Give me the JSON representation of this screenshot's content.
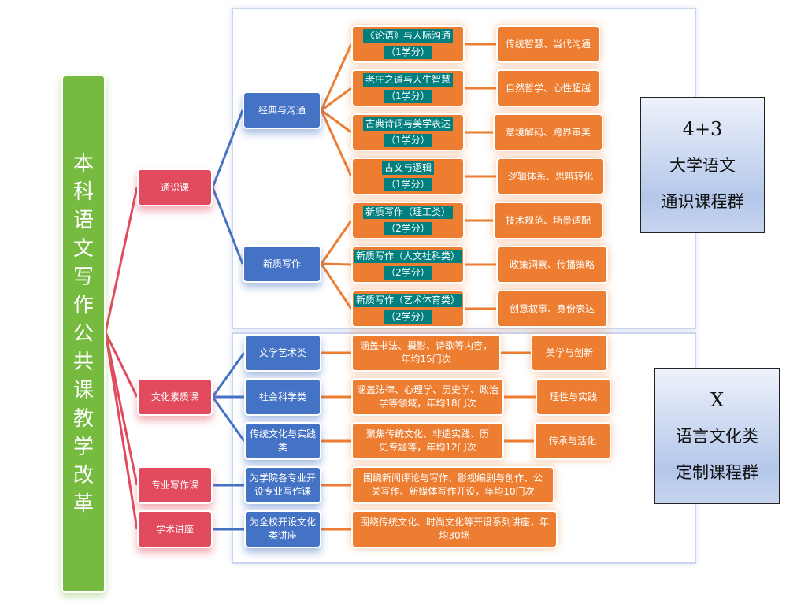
{
  "root": {
    "title_chars": [
      "本",
      "科",
      "语",
      "文",
      "写",
      "作",
      "公",
      "共",
      "课",
      "教",
      "学",
      "改",
      "革"
    ],
    "title": "本科语文写作公共课教学改革"
  },
  "level1": [
    {
      "label": "通识课"
    },
    {
      "label": "文化素质课"
    },
    {
      "label": "专业写作课"
    },
    {
      "label": "学术讲座"
    }
  ],
  "general": {
    "groups": [
      {
        "label": "经典与沟通",
        "courses": [
          {
            "name": "《论语》与人际沟通",
            "credit": "（1学分）",
            "focus": "传统智慧、当代沟通"
          },
          {
            "name": "老庄之道与人生智慧",
            "credit": "（1学分）",
            "focus": "自然哲学、心性超越"
          },
          {
            "name": "古典诗词与美学表达",
            "credit": "（1学分）",
            "focus": "意境解码、跨界审美"
          },
          {
            "name": "古文与逻辑",
            "credit": "（1学分）",
            "focus": "逻辑体系、思辨转化"
          }
        ]
      },
      {
        "label": "新质写作",
        "courses": [
          {
            "name": "新质写作（理工类）",
            "credit": "（2学分）",
            "focus": "技术规范、场景适配"
          },
          {
            "name": "新质写作（人文社科类）",
            "credit": "（2学分）",
            "focus": "政策洞察、传播策略"
          },
          {
            "name": "新质写作（艺术体育类）",
            "credit": "（2学分）",
            "focus": "创意叙事、身份表达"
          }
        ]
      }
    ]
  },
  "culture": {
    "rows": [
      {
        "category": "文学艺术类",
        "desc": "涵盖书法、摄影、诗歌等内容，年均15门次",
        "theme": "美学与创新"
      },
      {
        "category": "社会科学类",
        "desc": "涵盖法律、心理学、历史学、政治学等领域，年均18门次",
        "theme": "理性与实践"
      },
      {
        "category": "传统文化与实践类",
        "desc": "聚焦传统文化、非遗实践、历史专题等，年均12门次",
        "theme": "传承与活化"
      }
    ]
  },
  "writing": {
    "category": "为学院各专业开设专业写作课",
    "desc": "围绕新闻评论与写作、影视编剧与创作、公关写作、新媒体写作开设，年均10门次"
  },
  "lecture": {
    "category": "为全校开设文化类讲座",
    "desc": "围绕传统文化、时尚文化等开设系列讲座，年均30场"
  },
  "side_labels": [
    {
      "line1": "4+3",
      "line2": "大学语文",
      "line3": "通识课程群"
    },
    {
      "line1": "X",
      "line2": "语言文化类",
      "line3": "定制课程群"
    }
  ],
  "colors": {
    "root": "#76bb40",
    "level1": "#e24b5e",
    "level2": "#4472c4",
    "leaf": "#ed7d31",
    "highlight": "#017e7e"
  }
}
